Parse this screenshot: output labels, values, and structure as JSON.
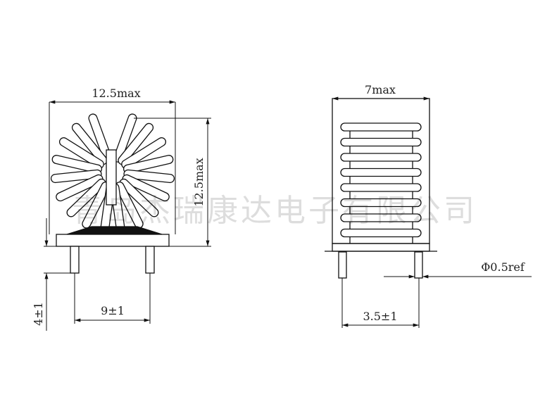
{
  "front_view": {
    "width_label": "12.5max",
    "height_label": "12.5max",
    "pin_length_label": "4±1",
    "pin_pitch_label": "9±1"
  },
  "side_view": {
    "width_label": "7max",
    "pin_diameter_label": "Φ0.5ref",
    "pin_pitch_label": "3.5±1"
  },
  "watermark": "青岛杰瑞康达电子有限公司",
  "colors": {
    "line": "#111111",
    "background": "#ffffff"
  }
}
